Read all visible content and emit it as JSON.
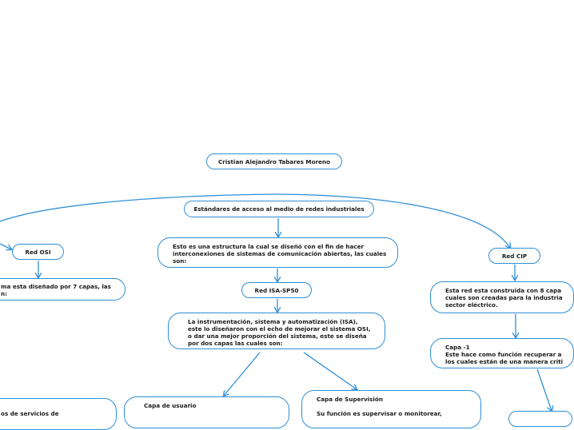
{
  "colors": {
    "border": "#2f8fd6",
    "connector": "#2f8fd6",
    "text": "#1a1a1a"
  },
  "nodes": {
    "title": "Cristian Alejandro Tabares Moreno",
    "root": "Estándares de acceso al medio de redes industriales",
    "center_desc": "Esto es una estructura la cual se diseñó con el fin de hacer\ninterconexiones de sistemas de comunicación abiertas, las cuales\nson:",
    "red_isa": "Red ISA-SP50",
    "isa_desc": "La instrumentación, sistema y automatización (ISA),\neste lo diseñaron con el echo de mejorar el sistema OSI,\no dar una mejor proporción del sistema, este se diseña\npor dos capas las cuales son:",
    "capa_usuario": "Capa de usuario",
    "capa_supervision": "Capa de Supervisión\n\nSu función es supervisar o monitorear,",
    "red_osi": "Red OSI",
    "osi_desc": "ma esta diseñado por 7 capas, las\nn:",
    "osi_child": "os de servicios de",
    "red_cip": "Red CIP",
    "cip_desc": "Esta red esta construida con 8 capa\ncuales son creadas para la industria\nsector eléctrico.",
    "cip_capa1": "Capa -1\nEste hace como función recuperar a\nlos cuales están de una manera criti"
  }
}
